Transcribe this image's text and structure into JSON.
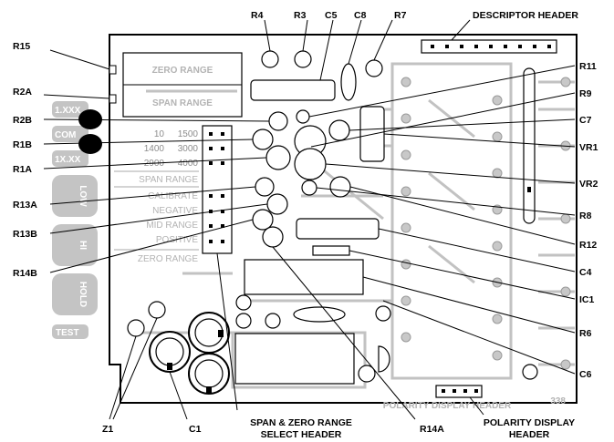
{
  "callouts": {
    "r4": "R4",
    "r3": "R3",
    "c5": "C5",
    "c8": "C8",
    "r7": "R7",
    "descriptor_header": "DESCRIPTOR HEADER",
    "r15": "R15",
    "r2a": "R2A",
    "r2b": "R2B",
    "r1b": "R1B",
    "r1a": "R1A",
    "r13a": "R13A",
    "r13b": "R13B",
    "r14b": "R14B",
    "r11": "R11",
    "r9": "R9",
    "c7": "C7",
    "vr1": "VR1",
    "vr2": "VR2",
    "r8": "R8",
    "r12": "R12",
    "c4": "C4",
    "ic1": "IC1",
    "r6": "R6",
    "c6": "C6",
    "z1": "Z1",
    "c1": "C1",
    "span_zero_header_line1": "SPAN & ZERO RANGE",
    "span_zero_header_line2": "SELECT HEADER",
    "r14a": "R14A",
    "polarity_header_line1": "POLARITY DISPLAY",
    "polarity_header_line2": "HEADER"
  },
  "board": {
    "zero_range": "ZERO RANGE",
    "span_range_big": "SPAN RANGE",
    "x1": "1.XXX",
    "com": "COM",
    "x2": "1X.XX",
    "low": "LOW",
    "hi": "HI",
    "hold": "HOLD",
    "test": "TEST",
    "range_rows": [
      [
        "10",
        "1500"
      ],
      [
        "1400",
        "3000"
      ],
      [
        "2900",
        "4000"
      ]
    ],
    "span_range": "SPAN RANGE",
    "calibrate": "CALIBRATE",
    "negative": "NEGATIVE",
    "mid_range": "MID RANGE",
    "positive": "POSITIVE",
    "zero_range_small": "ZERO RANGE",
    "polarity_display_header": "POLARITY DISPLAY HEADER",
    "board_number": "338"
  }
}
